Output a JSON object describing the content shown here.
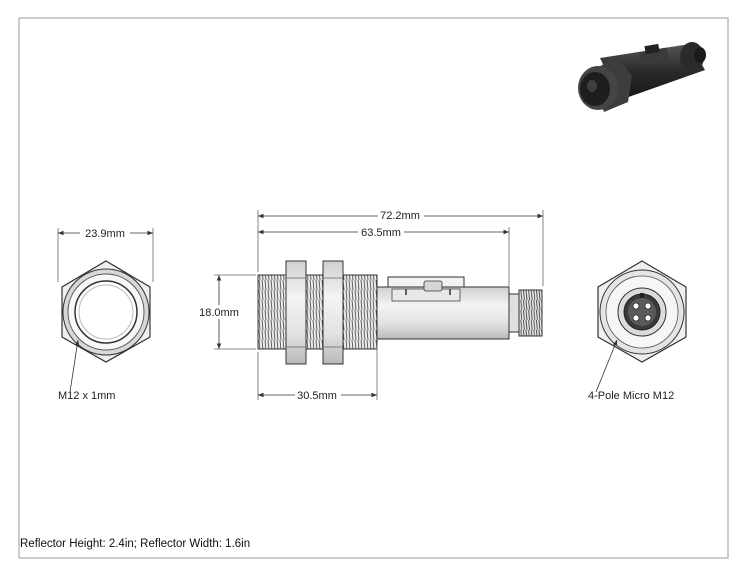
{
  "dimensions": {
    "front_width": "23.9mm",
    "overall_length": "72.2mm",
    "body_length": "63.5mm",
    "diameter": "18.0mm",
    "thread_length": "30.5mm"
  },
  "callouts": {
    "thread": "M12 x 1mm",
    "connector": "4-Pole Micro M12"
  },
  "footer": {
    "reflector_note": "Reflector Height: 2.4in; Reflector Width: 1.6in"
  },
  "colors": {
    "border": "#9a9a9a",
    "line": "#333333",
    "body_dark": "#2e2e2e"
  }
}
